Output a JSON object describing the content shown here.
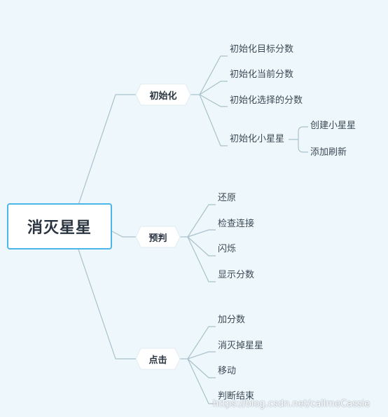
{
  "root": "消灭星星",
  "branches": [
    {
      "label": "初始化",
      "children": [
        {
          "label": "初始化目标分数"
        },
        {
          "label": "初始化当前分数"
        },
        {
          "label": "初始化选择的分数"
        },
        {
          "label": "初始化小星星",
          "children": [
            "创建小星星",
            "添加刷新"
          ]
        }
      ]
    },
    {
      "label": "预判",
      "children": [
        {
          "label": "还原"
        },
        {
          "label": "检查连接"
        },
        {
          "label": "闪烁"
        },
        {
          "label": "显示分数"
        }
      ]
    },
    {
      "label": "点击",
      "children": [
        {
          "label": "加分数"
        },
        {
          "label": "消灭掉星星"
        },
        {
          "label": "移动"
        },
        {
          "label": "判断结束"
        }
      ]
    }
  ],
  "watermark": "https://blog.csdn.net/callmeCassie",
  "colors": {
    "background": "#eef7fb",
    "root_border": "#4cb6ea",
    "connector": "#a9c2cc"
  }
}
